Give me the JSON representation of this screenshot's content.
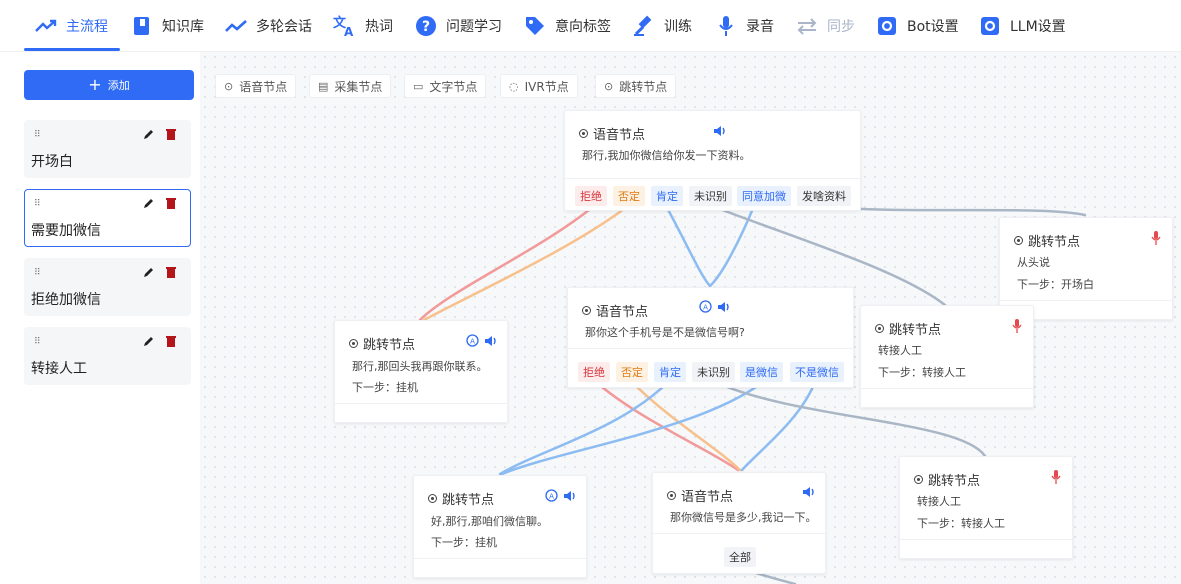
{
  "nav": {
    "items": [
      {
        "label": "主流程",
        "icon": "trending-up-icon"
      },
      {
        "label": "知识库",
        "icon": "book-icon"
      },
      {
        "label": "多轮会话",
        "icon": "trend-line-icon"
      },
      {
        "label": "热词",
        "icon": "translate-icon"
      },
      {
        "label": "问题学习",
        "icon": "help-circle-icon"
      },
      {
        "label": "意向标签",
        "icon": "tag-icon"
      },
      {
        "label": "训练",
        "icon": "gavel-icon"
      },
      {
        "label": "录音",
        "icon": "microphone-icon"
      },
      {
        "label": "同步",
        "icon": "sync-arrows-icon"
      },
      {
        "label": "Bot设置",
        "icon": "gear-icon"
      },
      {
        "label": "LLM设置",
        "icon": "gear-icon"
      }
    ],
    "active_color": "#2f6bf5"
  },
  "sidebar": {
    "add_label": "添加",
    "flows": [
      {
        "name": "开场白"
      },
      {
        "name": "需要加微信"
      },
      {
        "name": "拒绝加微信"
      },
      {
        "name": "转接人工"
      }
    ]
  },
  "toolbar": {
    "chips": [
      "语音节点",
      "采集节点",
      "文字节点",
      "IVR节点",
      "跳转节点"
    ]
  },
  "nodes": {
    "n1": {
      "title": "语音节点",
      "content": "那行,我加你微信给你发一下资料。",
      "tags": [
        "拒绝",
        "否定",
        "肯定",
        "未识别",
        "同意加微",
        "发啥资料"
      ]
    },
    "n2": {
      "title": "跳转节点",
      "content": "从头说",
      "next": "下一步：开场白"
    },
    "n3": {
      "title": "跳转节点",
      "content": "那行,那回头我再跟你联系。",
      "next": "下一步：挂机"
    },
    "n4": {
      "title": "语音节点",
      "content": "那你这个手机号是不是微信号啊?",
      "tags": [
        "拒绝",
        "否定",
        "肯定",
        "未识别",
        "是微信",
        "不是微信"
      ]
    },
    "n5": {
      "title": "跳转节点",
      "content": "转接人工",
      "next": "下一步：转接人工"
    },
    "n6": {
      "title": "跳转节点",
      "content": "好,那行,那咱们微信聊。",
      "next": "下一步：挂机"
    },
    "n7": {
      "title": "语音节点",
      "content": "那你微信号是多少,我记一下。",
      "tags": [
        "全部"
      ]
    },
    "n8": {
      "title": "跳转节点",
      "content": "转接人工",
      "next": "下一步：转接人工"
    }
  },
  "colors": {
    "brand": "#2f6bf5",
    "edge_red": "#f29a9a",
    "edge_orange": "#f7c08c",
    "edge_blue": "#8cbcf2",
    "edge_gray": "#a9b6c6"
  }
}
